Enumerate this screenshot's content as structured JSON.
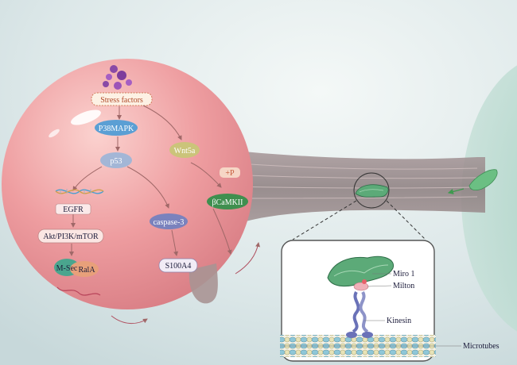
{
  "stress": {
    "label": "Stress factors"
  },
  "pathway": {
    "p38mapk": "P38MAPK",
    "wnt5a": "Wnt5a",
    "p53": "p53",
    "plus_p": "+P",
    "bcamkii": "βCaMKII",
    "egfr": "EGFR",
    "caspase3": "caspase-3",
    "akt": "Akt/PI3K/mTOR",
    "s100a4": "S100A4",
    "msec": "M-Sec",
    "rala": "RalA"
  },
  "inset": {
    "miro1": "Miro 1",
    "milton": "Milton",
    "kinesin": "Kinesin",
    "microtubes": "Microtubes"
  },
  "colors": {
    "cell": "#eaa3a6",
    "tube": "#8e7f78",
    "mitochondria": "#5caa78",
    "p38mapk": "#5b9fd4",
    "wnt5a": "#c9c27a",
    "p53": "#a3b6d6",
    "bcamkii": "#3f8f4f",
    "caspase3": "#7a82bd",
    "msec": "#4aa58e",
    "rala": "#e8a07a"
  }
}
